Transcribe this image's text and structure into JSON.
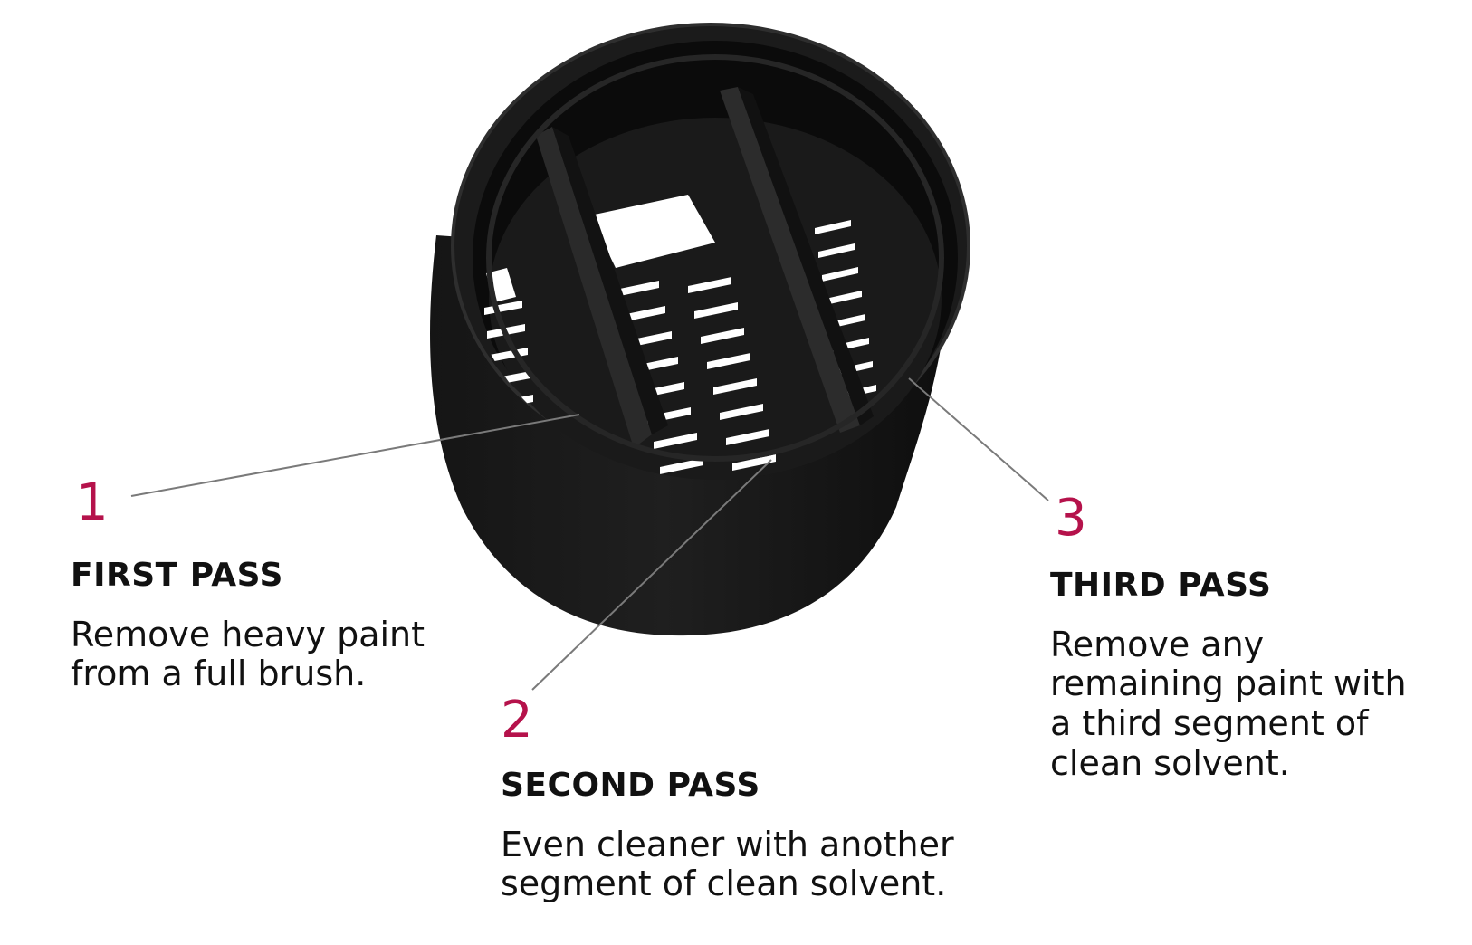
{
  "colors": {
    "accent": "#b5124b",
    "text": "#111111",
    "product": "#1c1c1c",
    "product_dark": "#0d0d0d",
    "product_mid": "#2b2b2b",
    "leader_line": "#7a7a7a"
  },
  "illustration": {
    "icon": "brush-cleaner-basket-icon"
  },
  "callouts": [
    {
      "number": "1",
      "title": "FIRST PASS",
      "description": "Remove heavy paint\nfrom a full brush."
    },
    {
      "number": "2",
      "title": "SECOND PASS",
      "description": "Even cleaner with another\nsegment of clean solvent."
    },
    {
      "number": "3",
      "title": "THIRD PASS",
      "description": "Remove any\nremaining paint with\na third segment of\nclean solvent."
    }
  ]
}
